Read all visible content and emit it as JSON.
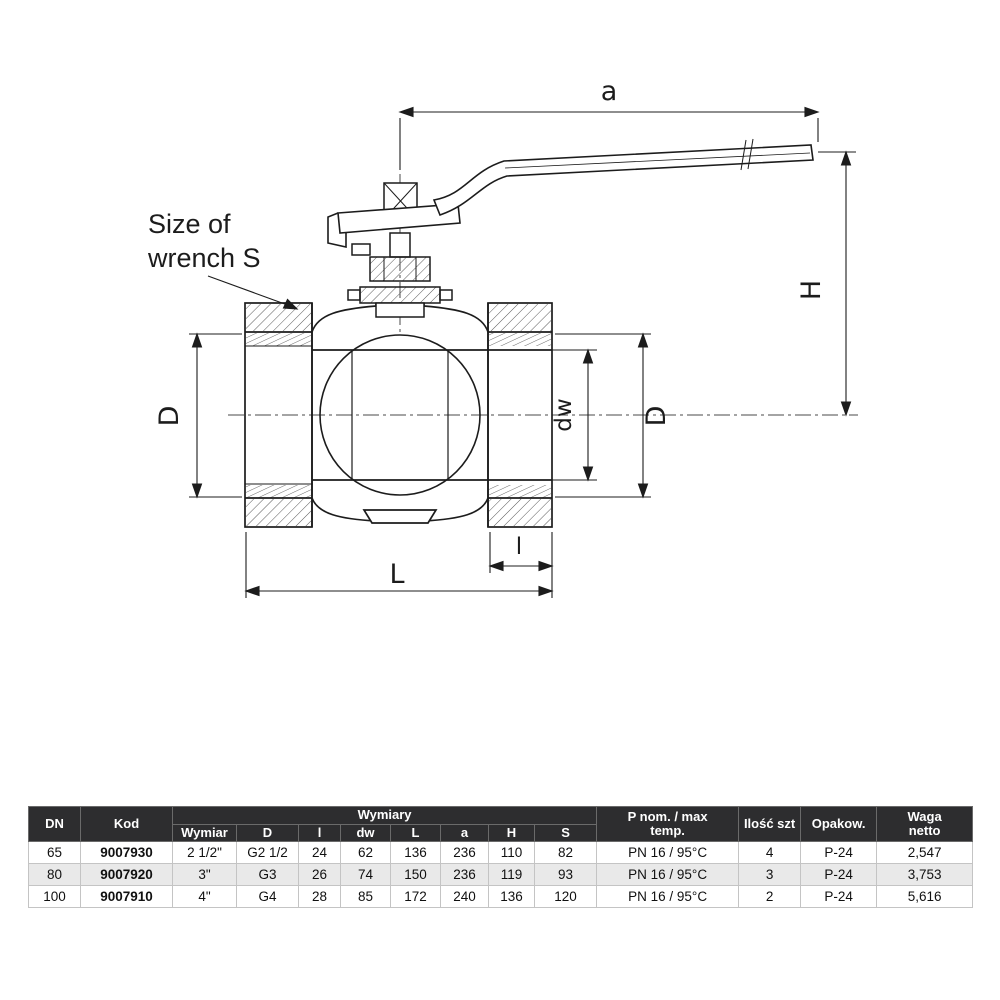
{
  "diagram": {
    "note": {
      "line1": "Size of",
      "line2": "wrench S"
    },
    "labels": {
      "a": "a",
      "H": "H",
      "D_left": "D",
      "dw": "dw",
      "D_right": "D",
      "l": "l",
      "L": "L"
    }
  },
  "table": {
    "header": {
      "dn": "DN",
      "kod": "Kod",
      "wymiary": "Wymiary",
      "wymiar": "Wymiar",
      "d": "D",
      "l_small": "l",
      "dw": "dw",
      "l_big": "L",
      "a": "a",
      "h": "H",
      "s": "S",
      "p_nom": [
        "P nom. / max",
        "temp."
      ],
      "ilosc": "Ilość szt",
      "opakow": "Opakow.",
      "waga": [
        "Waga",
        "netto"
      ]
    },
    "rows": [
      [
        "65",
        "9007930",
        "2 1/2\"",
        "G2 1/2",
        "24",
        "62",
        "136",
        "236",
        "110",
        "82",
        "PN 16 / 95°C",
        "4",
        "P-24",
        "2,547"
      ],
      [
        "80",
        "9007920",
        "3\"",
        "G3",
        "26",
        "74",
        "150",
        "236",
        "119",
        "93",
        "PN 16 / 95°C",
        "3",
        "P-24",
        "3,753"
      ],
      [
        "100",
        "9007910",
        "4\"",
        "G4",
        "28",
        "85",
        "172",
        "240",
        "136",
        "120",
        "PN 16 / 95°C",
        "2",
        "P-24",
        "5,616"
      ]
    ]
  }
}
